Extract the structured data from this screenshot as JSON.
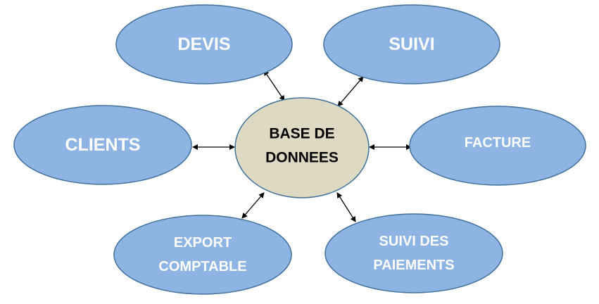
{
  "diagram": {
    "center": {
      "line1": "BASE DE",
      "line2": "DONNEES"
    },
    "devis": "DEVIS",
    "suivi": "SUIVI",
    "clients": "CLIENTS",
    "facture": "FACTURE",
    "export": {
      "line1": "EXPORT",
      "line2": "COMPTABLE"
    },
    "paiements": {
      "line1": "SUIVI DES",
      "line2": "PAIEMENTS"
    }
  },
  "colors": {
    "satellite_fill": "#8eb4e3",
    "satellite_stroke": "#41719c",
    "center_fill": "#ddd9c3",
    "center_stroke": "#41719c",
    "satellite_text": "#ffffff",
    "center_text": "#000000",
    "connector": "#000000"
  }
}
